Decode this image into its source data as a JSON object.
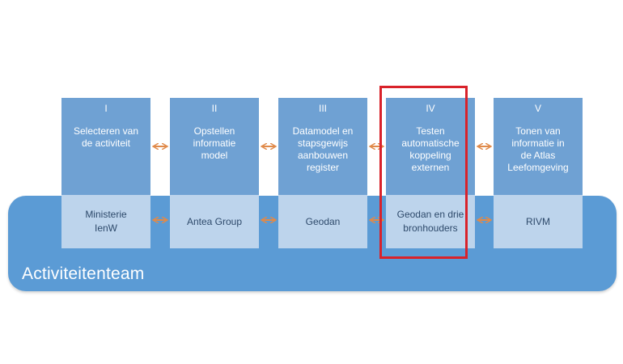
{
  "team": {
    "label": "Activiteitenteam"
  },
  "phases": [
    {
      "num": "I",
      "desc": "Selecteren van\nde activiteit",
      "party": "Ministerie\nIenW"
    },
    {
      "num": "II",
      "desc": "Opstellen\ninformatie\nmodel",
      "party": "Antea Group"
    },
    {
      "num": "III",
      "desc": "Datamodel en\nstapsgewijs\naanbouwen\nregister",
      "party": "Geodan"
    },
    {
      "num": "IV",
      "desc": "Testen\nautomatische\nkoppeling\nexternen",
      "party": "Geodan en drie\nbronhouders"
    },
    {
      "num": "V",
      "desc": "Tonen van\ninformatie in\nde Atlas\nLeefomgeving",
      "party": "RIVM"
    }
  ],
  "colors": {
    "band": "#5b9bd5",
    "phase_top": "#6fa1d3",
    "phase_bottom": "#bdd4ec",
    "arrow": "#e08a4a",
    "highlight": "#d9222a"
  },
  "highlighted_phase": "IV"
}
